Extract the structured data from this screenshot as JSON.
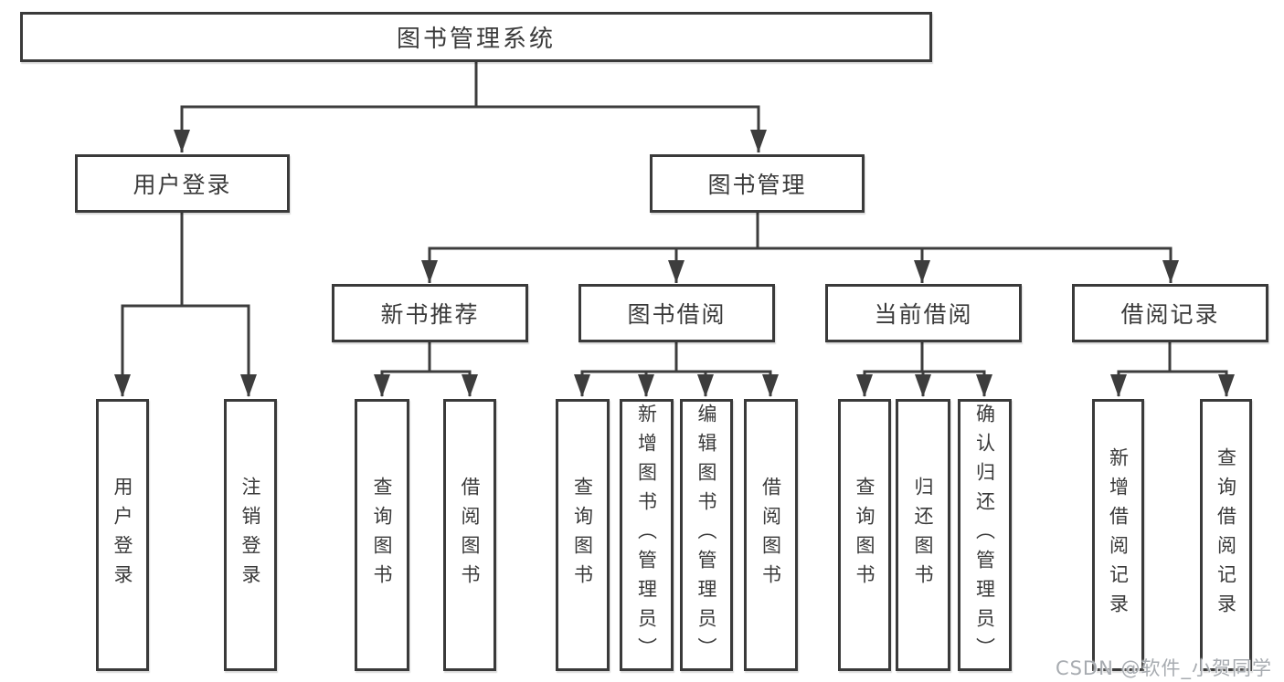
{
  "diagram": {
    "root": "图书管理系统",
    "branches": [
      {
        "label": "用户登录",
        "leaves": [
          "用户登录",
          "注销登录"
        ]
      },
      {
        "label": "图书管理",
        "groups": [
          {
            "label": "新书推荐",
            "leaves": [
              "查询图书",
              "借阅图书"
            ]
          },
          {
            "label": "图书借阅",
            "leaves": [
              "查询图书",
              "新增图书（管理员）",
              "编辑图书（管理员）",
              "借阅图书"
            ]
          },
          {
            "label": "当前借阅",
            "leaves": [
              "查询图书",
              "归还图书",
              "确认归还（管理员）"
            ]
          },
          {
            "label": "借阅记录",
            "leaves": [
              "新增借阅记录",
              "查询借阅记录"
            ]
          }
        ]
      }
    ]
  },
  "watermark": "CSDN @软件_小贺同学",
  "colors": {
    "line": "#3d3d3d",
    "border": "#3a3a3a",
    "text": "#3a3a3a",
    "node_background": "#ffffff",
    "page_background": "#ffffff",
    "watermark": "#a7abb0"
  }
}
